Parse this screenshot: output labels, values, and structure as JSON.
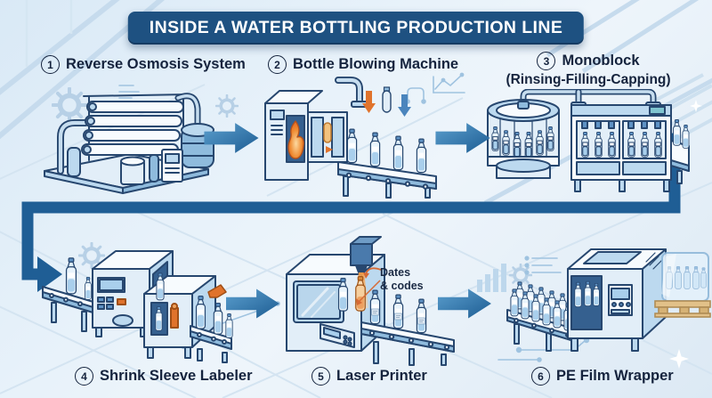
{
  "title": "INSIDE A WATER BOTTLING PRODUCTION LINE",
  "stages": [
    {
      "number": "1",
      "label": "Reverse Osmosis System"
    },
    {
      "number": "2",
      "label": "Bottle Blowing Machine"
    },
    {
      "number": "3",
      "label": "Monoblock",
      "sublabel": "(Rinsing-Filling-Capping)"
    },
    {
      "number": "4",
      "label": "Shrink Sleeve Labeler"
    },
    {
      "number": "5",
      "label": "Laser Printer"
    },
    {
      "number": "6",
      "label": "PE Film Wrapper"
    }
  ],
  "annotations": {
    "laser_note_line1": "Dates",
    "laser_note_line2": "& codes"
  },
  "flow": [
    "Reverse Osmosis System",
    "Bottle Blowing Machine",
    "Monoblock (Rinsing-Filling-Capping)",
    "Shrink Sleeve Labeler",
    "Laser Printer",
    "PE Film Wrapper"
  ],
  "colors": {
    "title_bg": "#1e5181",
    "arrow_blue": "#1d5c92",
    "outline_navy": "#27476f",
    "accent_orange": "#e0732c",
    "label_text": "#15233d",
    "background": "#e3eef8"
  },
  "icons": [
    "gear-icon",
    "sparkle-icon",
    "line-chart-icon",
    "bar-chart-icon",
    "checklist-icon",
    "branch-path-icon",
    "down-arrow-icon",
    "flow-arrow-icon"
  ]
}
